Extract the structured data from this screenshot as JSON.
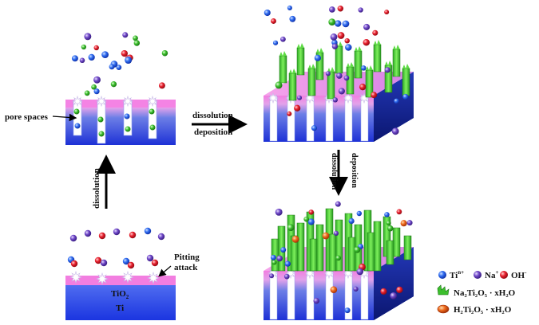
{
  "labels": {
    "pore_spaces": "pore spaces",
    "tio2": "TiO",
    "tio2_sub": "2",
    "ti": "Ti",
    "pitting_line1": "Pitting",
    "pitting_line2": "attack",
    "dissolution_up": "dissolution",
    "arrow_right_top": "dissolution",
    "arrow_right_bottom": "deposition",
    "arrow_down_left": "dissolution",
    "arrow_down_right": "deposition"
  },
  "legend": {
    "ti_ion": "Ti",
    "ti_ion_sup": "n+",
    "na_ion": "Na",
    "na_ion_sup": "+",
    "oh_ion": "OH",
    "oh_ion_sup": "-",
    "na2ti2o5": "Na₂Ti₂O₅ · xH₂O",
    "h2ti2o5": "H₂Ti₂O₅ · xH₂O"
  },
  "colors": {
    "ti_ion": "#1f5fe0",
    "na_ion": "#6a3fc0",
    "oh_ion": "#e01c2c",
    "na2ti2o5": "#39c12e",
    "h2ti2o5": "#e8591f",
    "oxide_layer": "#f28fd8",
    "ti_substrate": "#1e3ad8",
    "block_side": "#0e1f9a"
  }
}
